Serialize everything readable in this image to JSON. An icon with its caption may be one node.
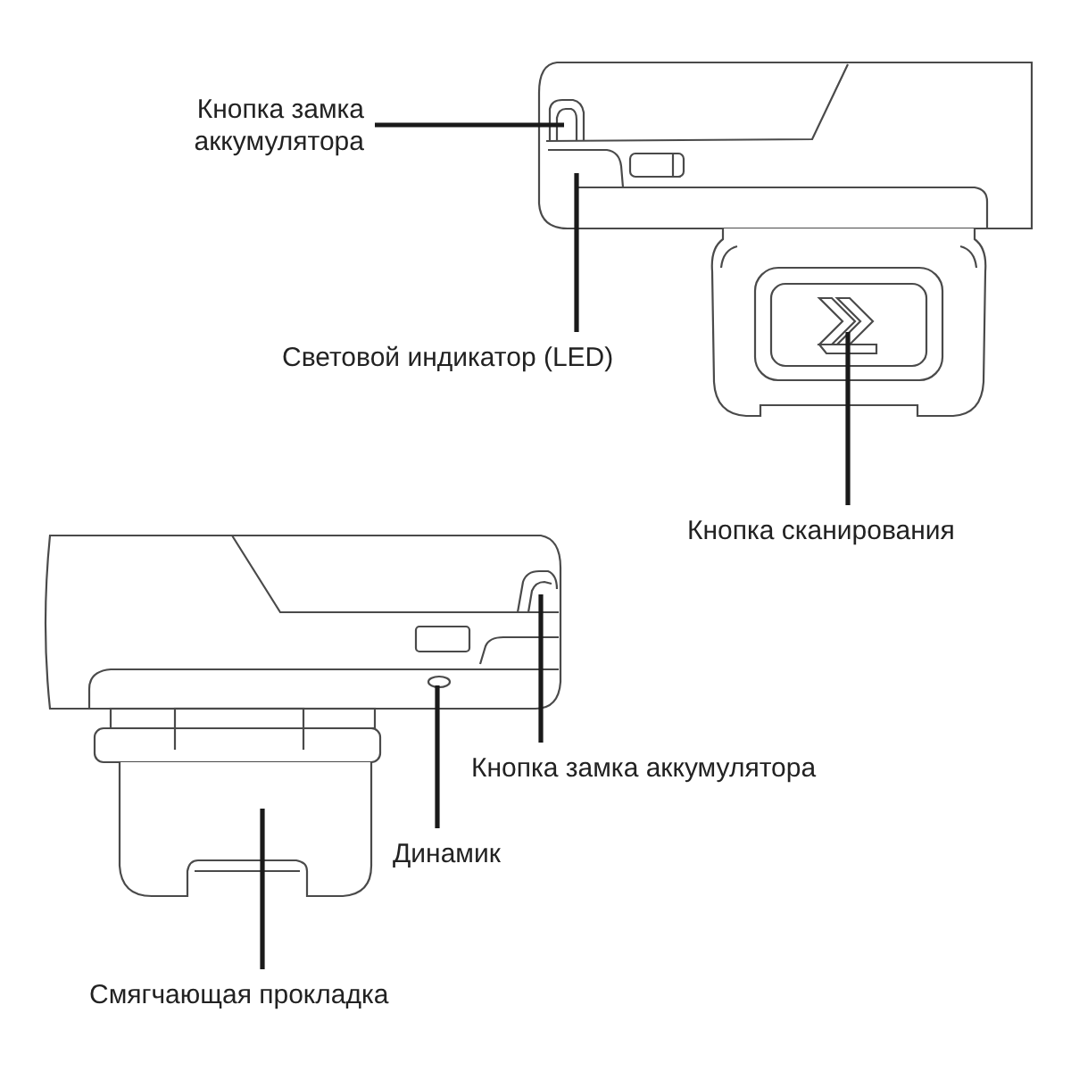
{
  "diagram": {
    "nodes": [
      {
        "text": [
          "Кнопка замка аккумулятора"
        ]
      },
      {
        "text": [
          "Световой индикатор (LED)"
        ]
      },
      {
        "text": [
          "Кнопка сканирования"
        ]
      },
      {
        "text": [
          "Кнопка замка аккумулятора"
        ]
      },
      {
        "text": [
          "Динамик"
        ]
      },
      {
        "text": [
          "Смягчающая прокладка"
        ]
      }
    ],
    "edges": [
      {
        "from": 0,
        "to": null,
        "arrow": "none"
      },
      {
        "from": 1,
        "to": null,
        "arrow": "none"
      },
      {
        "from": 2,
        "to": null,
        "arrow": "none"
      },
      {
        "from": 3,
        "to": null,
        "arrow": "none"
      },
      {
        "from": 4,
        "to": null,
        "arrow": "none"
      },
      {
        "from": 5,
        "to": null,
        "arrow": "none"
      }
    ]
  }
}
